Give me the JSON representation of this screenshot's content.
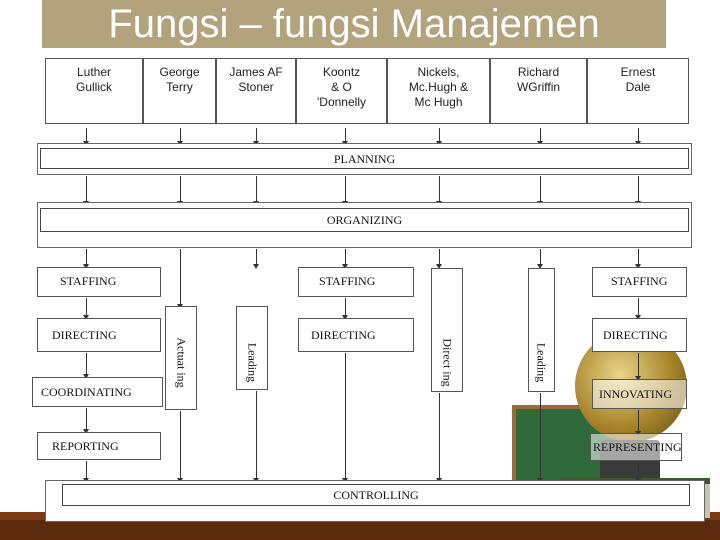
{
  "title": "Fungsi – fungsi Manajemen",
  "authors": [
    {
      "name": "Luther\nGullick"
    },
    {
      "name": "George\nTerry"
    },
    {
      "name": "James AF\nStoner"
    },
    {
      "name": "Koontz\n& O\n'Donnelly"
    },
    {
      "name": "Nickels,\nMc.Hugh &\nMc Hugh"
    },
    {
      "name": "Richard\nWGriffin"
    },
    {
      "name": "Ernest\nDale"
    }
  ],
  "functions": {
    "planning": "PLANNING",
    "organizing": "ORGANIZING",
    "staffing_left": "STAFFING",
    "staffing_mid": "STAFFING",
    "staffing_right": "STAFFING",
    "directing_left": "DIRECTING",
    "directing_mid": "DIRECTING",
    "directing_right": "DIRECTING",
    "coordinating": "COORDINATING",
    "reporting": "REPORTING",
    "actuating": "Actuat ing",
    "leading_1": "Leading",
    "directing_vertical": "Direct ing",
    "leading_2": "Leading",
    "innovating": "INNOVATING",
    "representing": "REPRESENTING",
    "controlling": "CONTROLLING"
  },
  "colors": {
    "title_bar": "#b3a37c",
    "title_text": "#ffffff"
  }
}
